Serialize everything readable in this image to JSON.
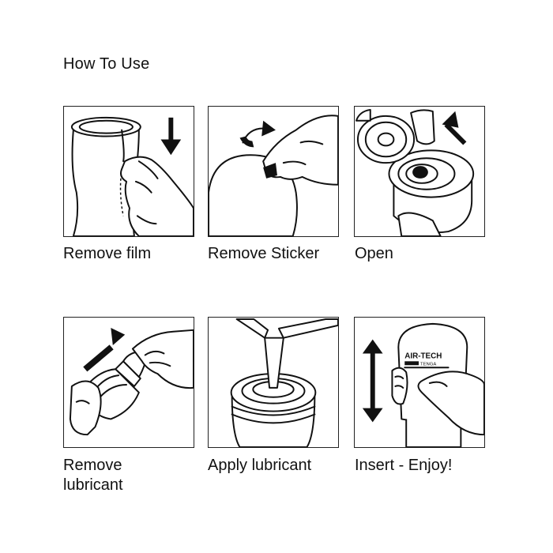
{
  "heading": "How To Use",
  "steps": [
    {
      "caption": "Remove film",
      "icon": "remove-film-illustration"
    },
    {
      "caption": "Remove Sticker",
      "icon": "remove-sticker-illustration"
    },
    {
      "caption": "Open",
      "icon": "open-cap-illustration"
    },
    {
      "caption": "Remove lubricant",
      "icon": "remove-lubricant-illustration"
    },
    {
      "caption": "Apply lubricant",
      "icon": "apply-lubricant-illustration"
    },
    {
      "caption": "Insert - Enjoy!",
      "icon": "insert-illustration"
    }
  ],
  "product_label": {
    "line1": "AIR-TECH",
    "line2": "TENGA"
  }
}
